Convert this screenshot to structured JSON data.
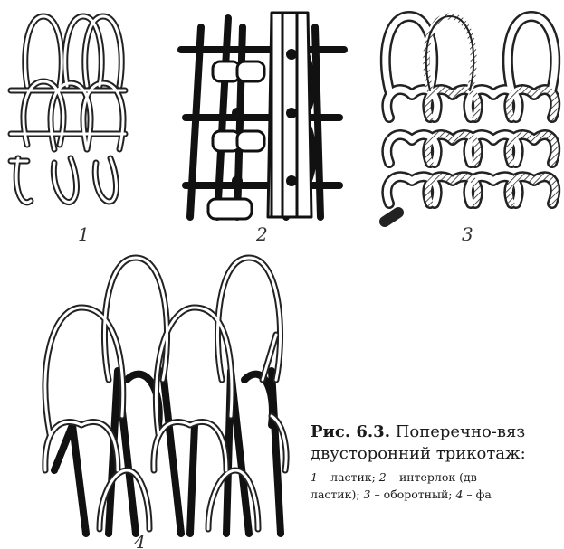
{
  "figure": {
    "labels": [
      "1",
      "2",
      "3",
      "4"
    ],
    "caption": {
      "prefix": "Рис. 6.3.",
      "title_rest": "Поперечно-вяз",
      "line2": "двусторонний трикотаж:",
      "n1": "1",
      "t1": " – ластик; ",
      "n2": "2",
      "t2": " – интерлок (дв",
      "t3": "ластик); ",
      "n3": "3",
      "t4": " – оборотный; ",
      "n4": "4",
      "t5": " – фа"
    }
  },
  "colors": {
    "ink": "#1a1a1a",
    "paper": "#ffffff"
  },
  "icons": [
    "rib-knit-diagram",
    "interlock-knit-diagram",
    "purl-knit-diagram",
    "half-milano-knit-diagram"
  ]
}
